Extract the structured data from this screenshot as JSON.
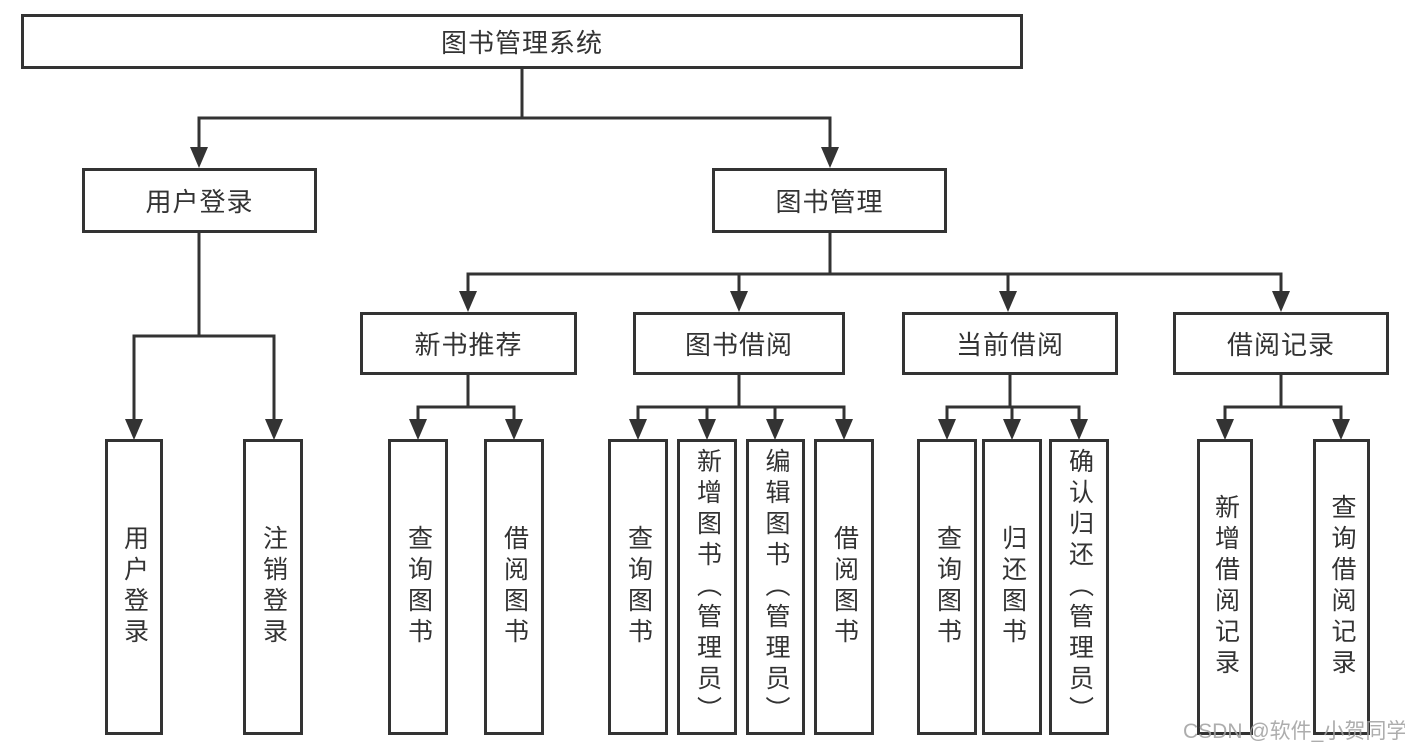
{
  "diagram": {
    "root": {
      "label": "图书管理系统"
    },
    "level2": {
      "user_login": {
        "label": "用户登录"
      },
      "book_mgmt": {
        "label": "图书管理"
      }
    },
    "level3": {
      "new_book_rec": {
        "label": "新书推荐"
      },
      "book_borrow": {
        "label": "图书借阅"
      },
      "current_borrow": {
        "label": "当前借阅"
      },
      "borrow_records": {
        "label": "借阅记录"
      }
    },
    "leaves": {
      "login": [
        "用户登录",
        "注销登录"
      ],
      "new_book_rec": [
        "查询图书",
        "借阅图书"
      ],
      "book_borrow": [
        "查询图书",
        "新增图书（管理员）",
        "编辑图书（管理员）",
        "借阅图书"
      ],
      "current_borrow": [
        "查询图书",
        "归还图书",
        "确认归还（管理员）"
      ],
      "borrow_records": [
        "新增借阅记录",
        "查询借阅记录"
      ]
    }
  },
  "watermark": "CSDN @软件_小贺同学",
  "colors": {
    "line": "#333333",
    "text": "#333333",
    "background": "#ffffff",
    "watermark": "#a2a2a2"
  }
}
